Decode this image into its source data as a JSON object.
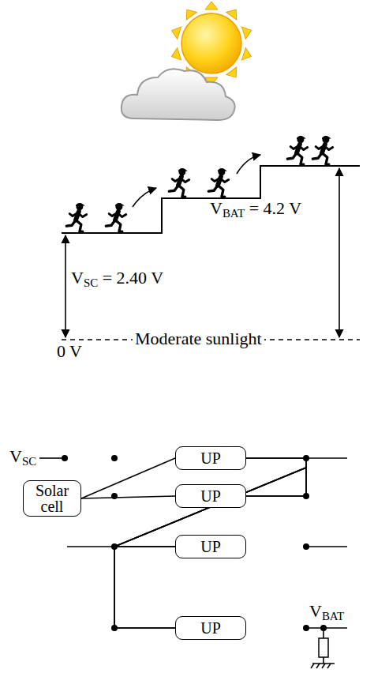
{
  "diagram": {
    "nodes": [
      {
        "text": [
          "Solar cell"
        ]
      },
      {
        "text": [
          "UP"
        ]
      },
      {
        "text": [
          "UP"
        ]
      },
      {
        "text": [
          "UP"
        ]
      },
      {
        "text": [
          "UP"
        ]
      }
    ],
    "edges": [
      {
        "from": 0,
        "to": 1,
        "arrow": "none"
      },
      {
        "from": 0,
        "to": 2,
        "arrow": "none"
      },
      {
        "from": 1,
        "to": 3,
        "arrow": "none"
      },
      {
        "from": 1,
        "to": 4,
        "arrow": "none"
      },
      {
        "from": 2,
        "to": 3,
        "arrow": "none"
      },
      {
        "from": 2,
        "to": 4,
        "arrow": "none"
      }
    ],
    "labels": [
      "VBAT = 4.2 V",
      "VSC = 2.40 V",
      "0 V",
      "Moderate sunlight",
      "VSC",
      "VBAT"
    ]
  }
}
